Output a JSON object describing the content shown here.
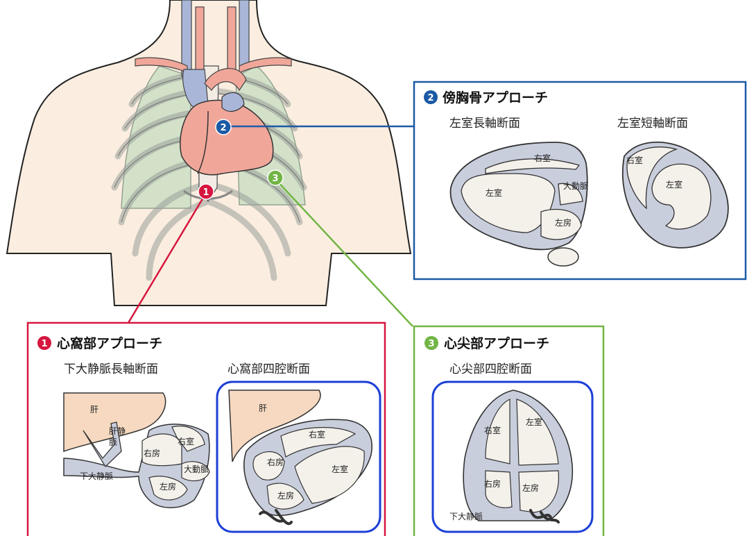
{
  "approach1": {
    "number": "1",
    "title": "心窩部アプローチ",
    "view1_title": "下大静脈長軸断面",
    "view2_title": "心窩部四腔断面",
    "view1_labels": {
      "liver": "肝",
      "hepatic_vein_line1": "肝静",
      "hepatic_vein_line2": "脈",
      "ra": "右房",
      "rv": "右室",
      "aorta": "大動脈",
      "ivc": "下大静脈",
      "la": "左房"
    },
    "view2_labels": {
      "liver": "肝",
      "rv": "右室",
      "ra": "右房",
      "lv": "左室",
      "la": "左房"
    }
  },
  "approach2": {
    "number": "2",
    "title": "傍胸骨アプローチ",
    "view1_title": "左室長軸断面",
    "view2_title": "左室短軸断面",
    "view1_labels": {
      "rv": "右室",
      "lv": "左室",
      "aorta": "大動脈",
      "la": "左房"
    },
    "view2_labels": {
      "rv": "右室",
      "lv": "左室"
    }
  },
  "approach3": {
    "number": "3",
    "title": "心尖部アプローチ",
    "view1_title": "心尖部四腔断面",
    "view1_labels": {
      "rv": "右室",
      "lv": "左室",
      "ra": "右房",
      "la": "左房",
      "ivc": "下大静脈"
    }
  },
  "colors": {
    "approach1": "#d6163e",
    "approach2": "#1c5aa6",
    "approach3": "#72b545",
    "highlight": "#1b3fd6",
    "skin": "#fbeee0",
    "heart": "#f0a79a",
    "lung": "#cfe0c7",
    "vein": "#a9b6d8",
    "wall": "#c9cedd",
    "chamber": "#f4f1eb",
    "liver": "#f6d9c0"
  }
}
